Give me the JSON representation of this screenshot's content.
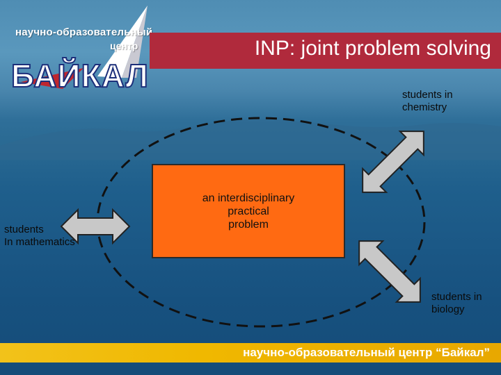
{
  "header": {
    "logo_line1": "научно-образовательный",
    "logo_line2": "центр",
    "logo_name": "БАЙКАЛ",
    "title": "INP: joint problem solving"
  },
  "diagram": {
    "center": {
      "line1": "an interdisciplinary",
      "line2": "practical",
      "line3": "problem"
    },
    "nodes": {
      "chemistry": [
        "students in",
        "chemistry"
      ],
      "mathematics": [
        "students",
        "In mathematics"
      ],
      "biology": [
        "students in",
        "biology"
      ]
    }
  },
  "footer": {
    "text": "научно-образовательный центр “Байкал”"
  },
  "colors": {
    "title_bar": "#b02a3c",
    "center_box": "#ff6a12",
    "footer": "#f0b800",
    "arrow_fill": "#c8c8c8"
  }
}
